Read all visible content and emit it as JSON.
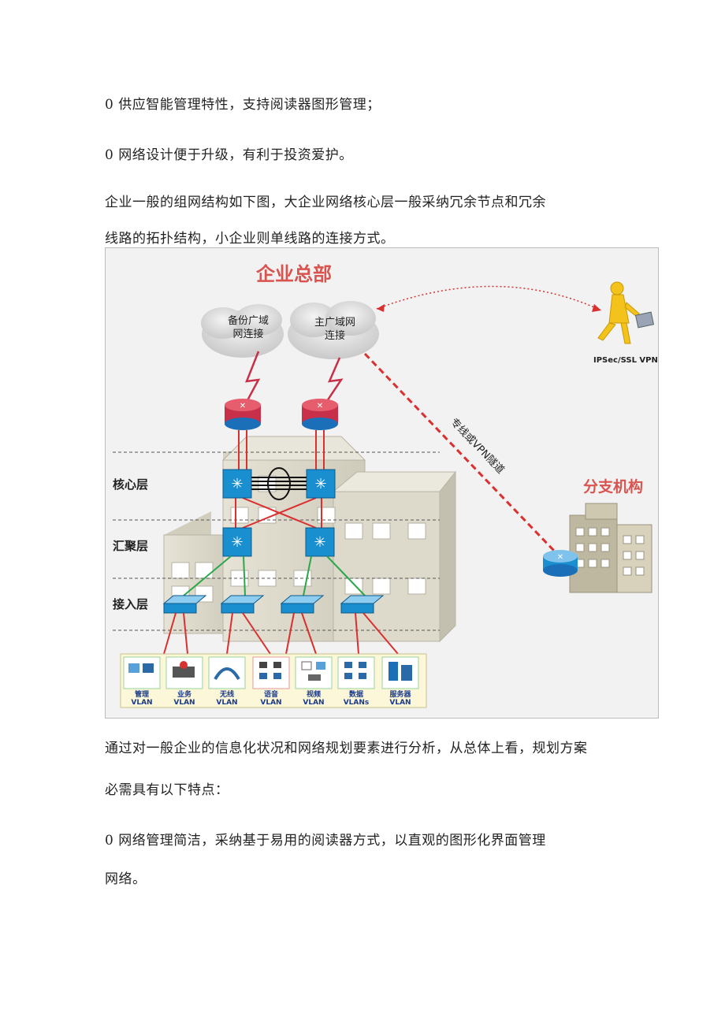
{
  "paragraphs": {
    "p1": "0 供应智能管理特性，支持阅读器图形管理；",
    "p2": "0 网络设计便于升级，有利于投资爱护。",
    "p3_line1": "企业一般的组网结构如下图，大企业网络核心层一般采纳冗余节点和冗余",
    "p3_line2": "线路的拓扑结构，小企业则单线路的连接方式。",
    "p4_line1": "通过对一般企业的信息化状况和网络规划要素进行分析，从总体上看，规划方案",
    "p4_line2": "必需具有以下特点：",
    "p5_line1": "0 网络管理简洁，采纳基于易用的阅读器方式，以直观的图形化界面管理",
    "p5_line2": "网络。"
  },
  "diagram": {
    "hq_title": "企业总部",
    "branch_title": "分支机构",
    "cloud_backup_line1": "备份广域",
    "cloud_backup_line2": "网连接",
    "cloud_main_line1": "主广域网",
    "cloud_main_line2": "连接",
    "vpn_label": "IPSec/SSL VPN",
    "tunnel_label": "专线或VPN隧道",
    "layers": {
      "core": "核心层",
      "aggregation": "汇聚层",
      "access": "接入层"
    },
    "vlans": [
      {
        "line1": "管理",
        "line2": "VLAN"
      },
      {
        "line1": "业务",
        "line2": "VLAN"
      },
      {
        "line1": "无线",
        "line2": "VLAN"
      },
      {
        "line1": "语音",
        "line2": "VLAN"
      },
      {
        "line1": "视频",
        "line2": "VLAN"
      },
      {
        "line1": "数据",
        "line2": "VLANs"
      },
      {
        "line1": "服务器",
        "line2": "VLAN"
      }
    ],
    "colors": {
      "title_red": "#d9534f",
      "link_red": "#d93030",
      "link_green": "#2aa84a",
      "device_blue": "#1a8fd0",
      "router_red": "#c8304a"
    }
  }
}
